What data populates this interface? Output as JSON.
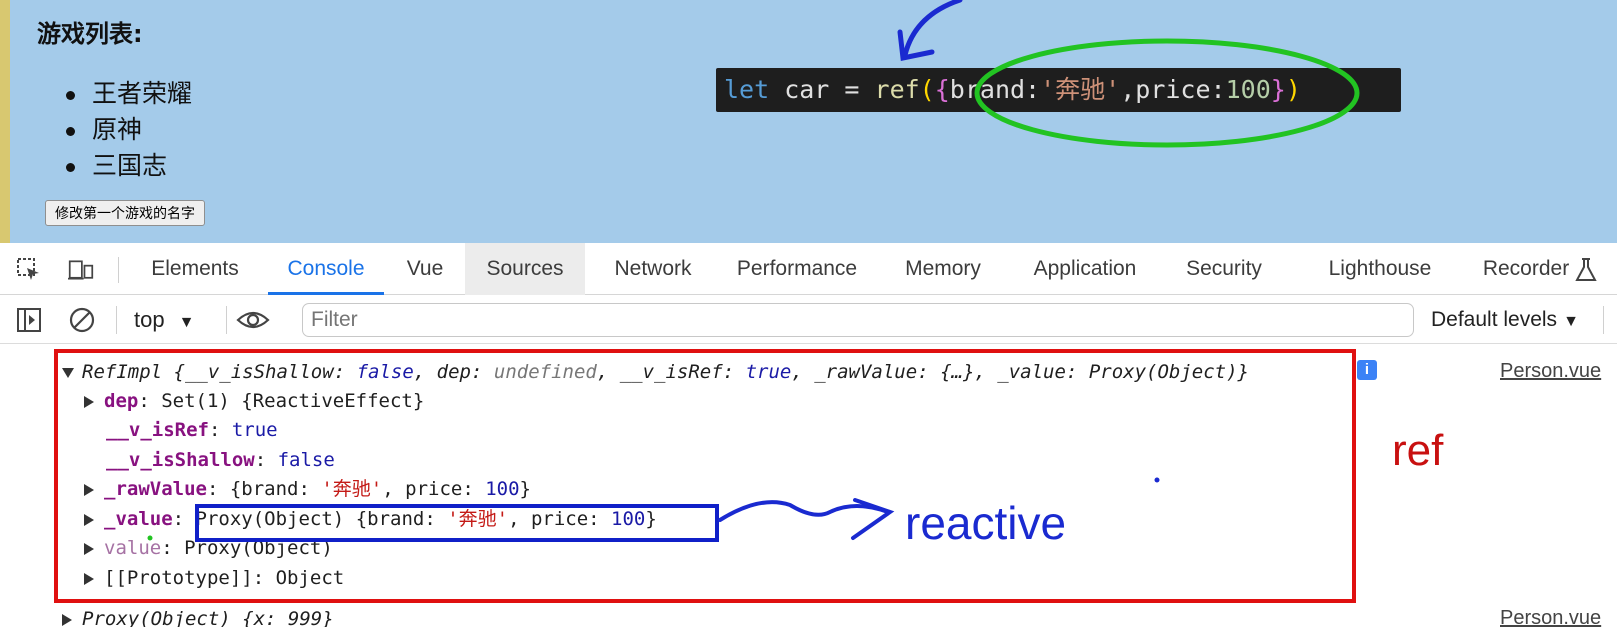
{
  "preview": {
    "heading": "游戏列表:",
    "games": [
      "王者荣耀",
      "原神",
      "三国志"
    ],
    "button_label": "修改第一个游戏的名字",
    "code": {
      "kw": "let",
      "var": " car = ",
      "fn": "ref",
      "open_paren": "(",
      "open_brace": "{",
      "key1": "brand:",
      "val1": "'奔驰'",
      "sep": ",",
      "key2": "price:",
      "val2": "100",
      "close_brace": "}",
      "close_paren": ")"
    }
  },
  "devtools": {
    "tabs": [
      "Elements",
      "Console",
      "Vue",
      "Sources",
      "Network",
      "Performance",
      "Memory",
      "Application",
      "Security",
      "Lighthouse",
      "Recorder"
    ],
    "active_tab": "Console"
  },
  "console_toolbar": {
    "context": "top",
    "filter_placeholder": "Filter",
    "levels": "Default levels"
  },
  "console": {
    "ref_summary": {
      "name": "RefImpl",
      "open": " {",
      "k1": "__v_isShallow",
      "v1": "false",
      "k2": "dep",
      "v2": "undefined",
      "k3": "__v_isRef",
      "v3": "true",
      "k4": "_rawValue",
      "v4": "{…}",
      "k5": "_value",
      "v5": "Proxy(Object)",
      "close": "}"
    },
    "dep": {
      "key": "dep",
      "value": "Set(1) {ReactiveEffect}"
    },
    "isRef": {
      "key": "__v_isRef",
      "value": "true"
    },
    "isShallow": {
      "key": "__v_isShallow",
      "value": "false"
    },
    "rawValue": {
      "key": "_rawValue",
      "prefix": "{brand: ",
      "brand": "'奔驰'",
      "mid": ", price: ",
      "price": "100",
      "suffix": "}"
    },
    "value_internal": {
      "key": "_value",
      "type": "Proxy(Object)",
      "prefix": " {brand: ",
      "brand": "'奔驰'",
      "mid": ", price: ",
      "price": "100",
      "suffix": "}"
    },
    "value_getter": {
      "key": "value",
      "value": "Proxy(Object)"
    },
    "prototype": {
      "key": "[[Prototype]]",
      "value": "Object"
    },
    "next_log": "Proxy(Object) {x: 999}",
    "source_link": "Person.vue",
    "source_link_2": "Person.vue"
  },
  "annotations": {
    "ref_label": "ref",
    "reactive_label": "reactive",
    "ref_color": "#e01010",
    "reactive_color": "#1020c8",
    "code_circle_color": "#22c322"
  }
}
